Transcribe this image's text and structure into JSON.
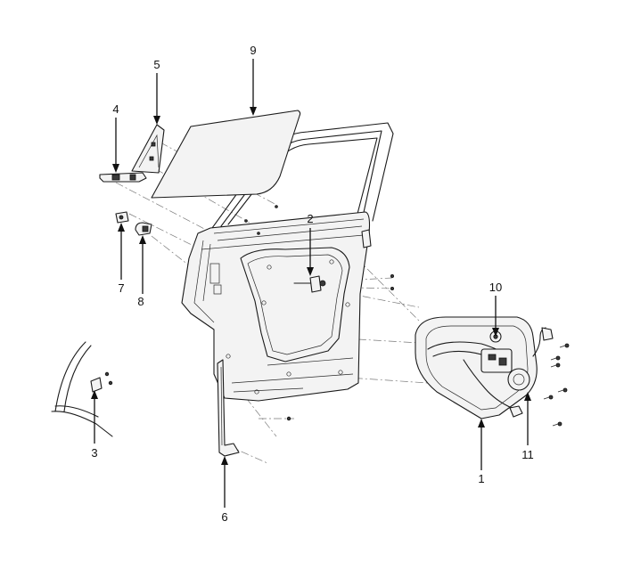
{
  "callouts": [
    {
      "id": "1",
      "label": "1"
    },
    {
      "id": "2",
      "label": "2"
    },
    {
      "id": "3",
      "label": "3"
    },
    {
      "id": "4",
      "label": "4"
    },
    {
      "id": "5",
      "label": "5"
    },
    {
      "id": "6",
      "label": "6"
    },
    {
      "id": "7",
      "label": "7"
    },
    {
      "id": "8",
      "label": "8"
    },
    {
      "id": "9",
      "label": "9"
    },
    {
      "id": "10",
      "label": "10"
    },
    {
      "id": "11",
      "label": "11"
    }
  ],
  "colors": {
    "line": "#1a1a1a",
    "fill": "#f3f3f3",
    "background": "#ffffff"
  }
}
